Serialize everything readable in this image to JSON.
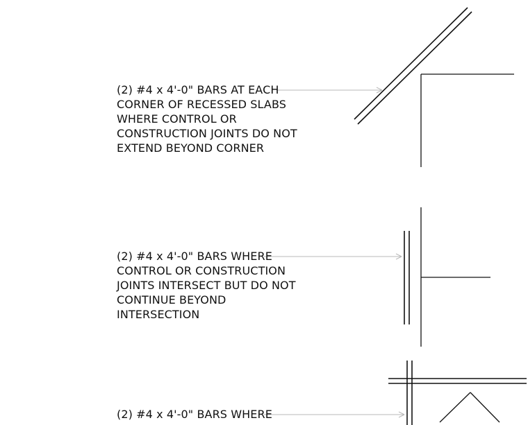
{
  "notes": [
    {
      "lines": [
        "(2) #4 x 4'-0\" BARS AT EACH",
        "CORNER OF RECESSED SLABS",
        "WHERE CONTROL OR",
        "CONSTRUCTION JOINTS DO NOT",
        "EXTEND BEYOND CORNER"
      ]
    },
    {
      "lines": [
        "(2) #4 x 4'-0\" BARS WHERE",
        "CONTROL OR CONSTRUCTION",
        "JOINTS INTERSECT BUT DO NOT",
        "CONTINUE BEYOND",
        "INTERSECTION"
      ]
    },
    {
      "lines": [
        "(2) #4 x 4'-0\" BARS WHERE"
      ]
    }
  ],
  "colors": {
    "ink": "#111111",
    "leader": "#b8b8b8",
    "background": "#ffffff"
  }
}
